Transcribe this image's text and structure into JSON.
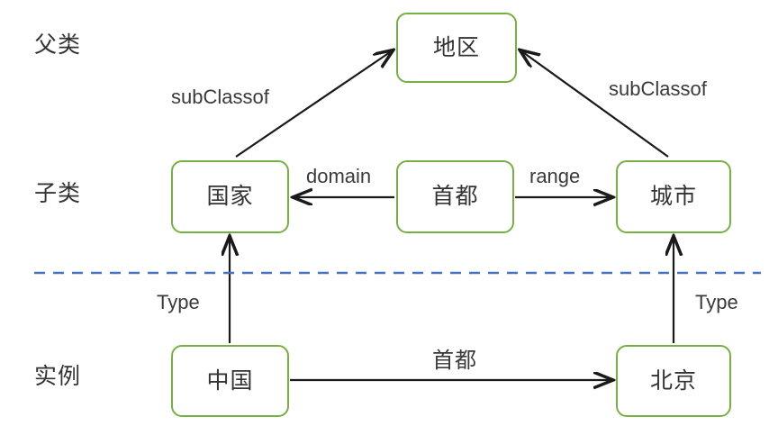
{
  "diagram": {
    "title": "Ontology class-instance hierarchy diagram",
    "accent_node_border": "#76b043",
    "divider_color": "#4472c4",
    "edge_color": "#1a1a1a",
    "background": "#ffffff",
    "row_labels": [
      {
        "id": "parent-class",
        "text": "父类"
      },
      {
        "id": "sub-class",
        "text": "子类"
      },
      {
        "id": "instance",
        "text": "实例"
      }
    ],
    "nodes": [
      {
        "id": "region",
        "text": "地区",
        "row": "parent-class"
      },
      {
        "id": "country",
        "text": "国家",
        "row": "sub-class"
      },
      {
        "id": "capital",
        "text": "首都",
        "row": "sub-class"
      },
      {
        "id": "city",
        "text": "城市",
        "row": "sub-class"
      },
      {
        "id": "china",
        "text": "中国",
        "row": "instance"
      },
      {
        "id": "beijing",
        "text": "北京",
        "row": "instance"
      }
    ],
    "edges": [
      {
        "id": "country-subclassof-region",
        "from": "country",
        "to": "region",
        "label": "subClassof"
      },
      {
        "id": "city-subclassof-region",
        "from": "city",
        "to": "region",
        "label": "subClassof"
      },
      {
        "id": "capital-domain-country",
        "from": "capital",
        "to": "country",
        "label": "domain"
      },
      {
        "id": "capital-range-city",
        "from": "capital",
        "to": "city",
        "label": "range"
      },
      {
        "id": "china-type-country",
        "from": "china",
        "to": "country",
        "label": "Type"
      },
      {
        "id": "beijing-type-city",
        "from": "beijing",
        "to": "city",
        "label": "Type"
      },
      {
        "id": "china-capital-beijing",
        "from": "china",
        "to": "beijing",
        "label": "首都"
      }
    ],
    "divider": {
      "id": "schema-instance-divider",
      "style": "dashed"
    }
  }
}
